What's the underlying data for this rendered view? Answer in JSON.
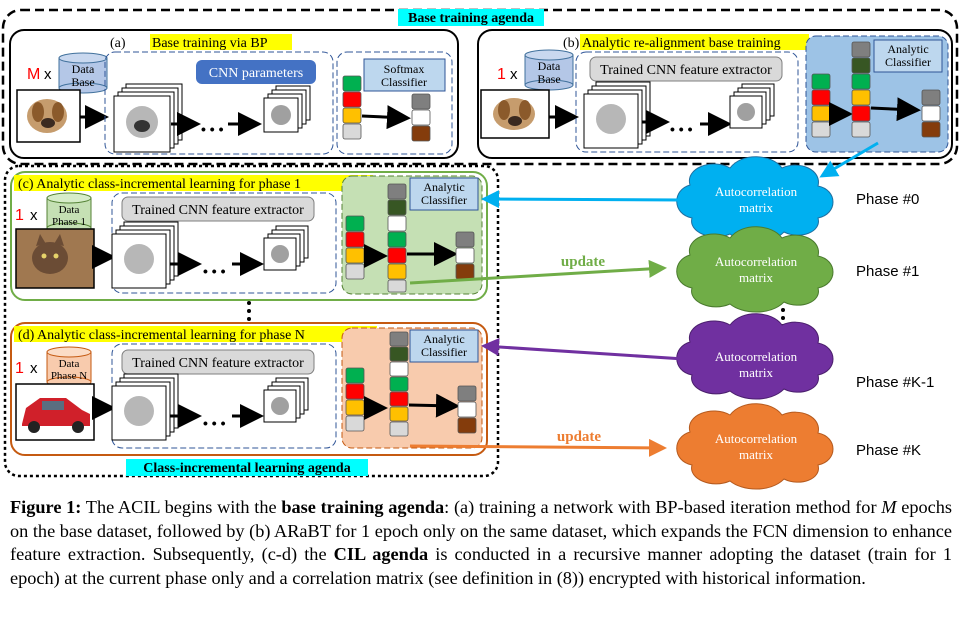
{
  "agendas": {
    "base": "Base training agenda",
    "cil": "Class-incremental learning agenda"
  },
  "panel_a": {
    "title_prefix": "(a) ",
    "title": "Base training via BP",
    "multiplier": "M",
    "times": "x",
    "data_base": [
      "Data",
      "Base"
    ],
    "cnn_params": "CNN parameters",
    "classifier": [
      "Softmax",
      "Classifier"
    ],
    "ellipsis": "• • •"
  },
  "panel_b": {
    "title_prefix": "(b) ",
    "title": "Analytic re-alignment base training",
    "multiplier": "1",
    "times": "x",
    "data_base": [
      "Data",
      "Base"
    ],
    "extractor": "Trained CNN feature extractor",
    "classifier": [
      "Analytic",
      "Classifier"
    ],
    "ellipsis": "• • •"
  },
  "panel_c": {
    "title": "(c) Analytic class-incremental learning for phase 1",
    "multiplier": "1",
    "times": "x",
    "data": [
      "Data",
      "Phase 1"
    ],
    "extractor": "Trained CNN feature extractor",
    "classifier": [
      "Analytic",
      "Classifier"
    ],
    "ellipsis": "• • •"
  },
  "panel_d": {
    "title": "(d) Analytic class-incremental learning for phase N",
    "multiplier": "1",
    "times": "x",
    "data": [
      "Data",
      "Phase N"
    ],
    "extractor": "Trained CNN feature extractor",
    "classifier": [
      "Analytic",
      "Classifier"
    ],
    "ellipsis": "• • •"
  },
  "clouds": [
    {
      "label": [
        "Autocorrelation",
        "matrix"
      ],
      "phase": "Phase #0",
      "color": "#00b0f0"
    },
    {
      "label": [
        "Autocorrelation",
        "matrix"
      ],
      "phase": "Phase #1",
      "color": "#70ad47"
    },
    {
      "label": [
        "Autocorrelation",
        "matrix"
      ],
      "phase": "Phase #K-1",
      "color": "#7030a0"
    },
    {
      "label": [
        "Autocorrelation",
        "matrix"
      ],
      "phase": "Phase #K",
      "color": "#ed7d31"
    }
  ],
  "update_label": "update",
  "colors": {
    "highlight_yellow": "#ffff00",
    "highlight_cyan": "#00ffff",
    "cnn_params_blue": "#4472c4",
    "panel_b_fill": "#9dc3e6",
    "panel_c_fill": "#c5e0b4",
    "panel_d_fill": "#f8cbad",
    "red_multiplier": "#ff0000"
  },
  "caption": {
    "fig_label": "Figure 1:",
    "part1": " The ACIL begins with the ",
    "bold1": "base training agenda",
    "part2": ": (a) training a network with BP-based iteration method for ",
    "var_m": "M",
    "part3": " epochs on the base dataset, followed by (b) ARaBT for 1 epoch only on the same dataset, which expands the FCN dimension to enhance feature extraction. Subsequently, (c-d) the ",
    "bold2": "CIL agenda",
    "part4": " is conducted in a recursive manner adopting the dataset (train for 1 epoch) at the current phase only and a correlation matrix (see definition in (8)) encrypted with historical information."
  }
}
